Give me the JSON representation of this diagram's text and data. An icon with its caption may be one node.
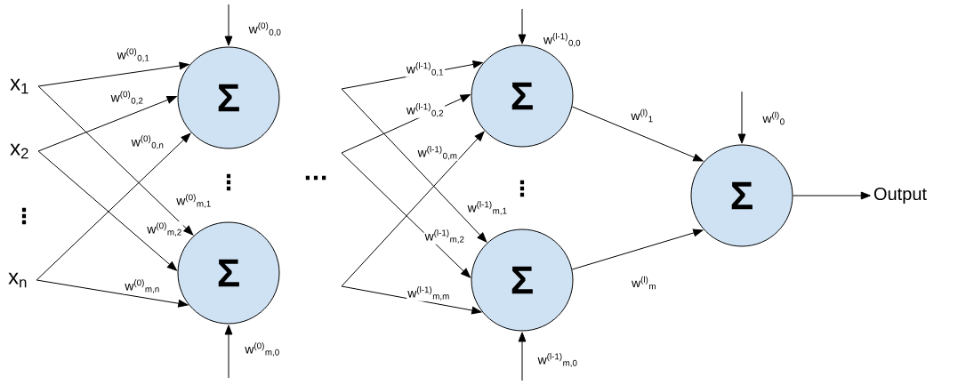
{
  "diagram": {
    "nodes": [
      {
        "text": [
          "x$_{1}$"
        ]
      },
      {
        "text": [
          "x$_{2}$"
        ]
      },
      {
        "text": [
          "x$_{n}$"
        ]
      },
      {
        "text": [
          "Σ"
        ]
      },
      {
        "text": [
          "Σ"
        ]
      },
      {
        "text": [
          "Σ"
        ]
      },
      {
        "text": [
          "Σ"
        ]
      },
      {
        "text": [
          "Σ"
        ]
      },
      {
        "text": [
          "Output"
        ]
      }
    ],
    "edges": [
      {
        "from": 0,
        "to": 3,
        "arrow": "to",
        "label": "w$^{(0)}$$_{0,1}$"
      },
      {
        "from": 0,
        "to": 4,
        "arrow": "to",
        "label": "w$^{(0)}$$_{m,1}$"
      },
      {
        "from": 1,
        "to": 3,
        "arrow": "to",
        "label": "w$^{(0)}$$_{0,2}$"
      },
      {
        "from": 1,
        "to": 4,
        "arrow": "to",
        "label": "w$^{(0)}$$_{m,2}$"
      },
      {
        "from": 2,
        "to": 3,
        "arrow": "to",
        "label": "w$^{(0)}$$_{0,n}$"
      },
      {
        "from": 2,
        "to": 4,
        "arrow": "to",
        "label": "w$^{(0)}$$_{m,n}$"
      },
      {
        "from": null,
        "to": 3,
        "arrow": "to",
        "label": "w$^{(0)}$$_{0,0}$"
      },
      {
        "from": null,
        "to": 4,
        "arrow": "to",
        "label": "w$^{(0)}$$_{m,0}$"
      },
      {
        "from": null,
        "to": 5,
        "arrow": "to",
        "label": "w$^{(l-1)}$$_{0,1}$"
      },
      {
        "from": null,
        "to": 6,
        "arrow": "to",
        "label": "w$^{(l-1)}$$_{m,1}$"
      },
      {
        "from": null,
        "to": 5,
        "arrow": "to",
        "label": "w$^{(l-1)}$$_{0,2}$"
      },
      {
        "from": null,
        "to": 6,
        "arrow": "to",
        "label": "w$^{(l-1)}$$_{m,2}$"
      },
      {
        "from": null,
        "to": 5,
        "arrow": "to",
        "label": "w$^{(l-1)}$$_{0,m}$"
      },
      {
        "from": null,
        "to": 6,
        "arrow": "to",
        "label": "w$^{(l-1)}$$_{m,m}$"
      },
      {
        "from": null,
        "to": 5,
        "arrow": "to",
        "label": "w$^{(l-1)}$$_{0,0}$"
      },
      {
        "from": null,
        "to": 6,
        "arrow": "to",
        "label": "w$^{(l-1)}$$_{m,0}$"
      },
      {
        "from": 5,
        "to": 7,
        "arrow": "to",
        "label": "w$^{(l)}$$_{1}$"
      },
      {
        "from": 6,
        "to": 7,
        "arrow": "to",
        "label": "w$^{(l)}$$_{m}$"
      },
      {
        "from": null,
        "to": 7,
        "arrow": "to",
        "label": "w$^{(l)}$$_{0}$"
      },
      {
        "from": 7,
        "to": 8,
        "arrow": "to"
      }
    ],
    "labels": [
      "⋮",
      "⋮",
      "...",
      "⋮"
    ]
  }
}
